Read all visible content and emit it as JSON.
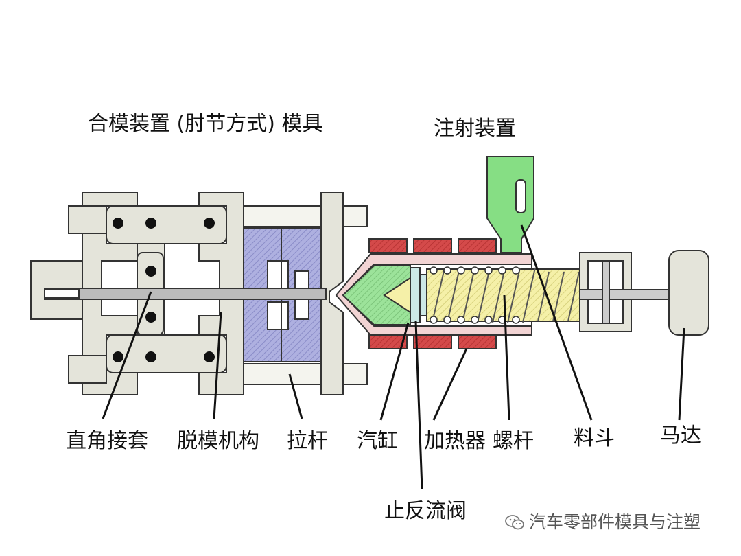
{
  "headings": {
    "clamp_unit": "合模装置 (肘节方式) 模具",
    "injection_unit": "注射装置"
  },
  "labels": {
    "toggle_sleeve": "直角接套",
    "ejector": "脱模机构",
    "tie_bar": "拉杆",
    "cylinder": "汽缸",
    "heater": "加热器",
    "screw": "螺杆",
    "hopper": "料斗",
    "motor": "马达",
    "check_valve": "止反流阀"
  },
  "watermark": {
    "text": "汽车零部件模具与注塑",
    "icon": "wechat-chat-icon"
  },
  "colors": {
    "machine_frame": "#e4e4da",
    "mold": "#aeb0e0",
    "heater": "#d44a4a",
    "melt": "#9ce39a",
    "screw": "#f5f0a8",
    "hopper": "#86de84",
    "outline": "#333333"
  }
}
